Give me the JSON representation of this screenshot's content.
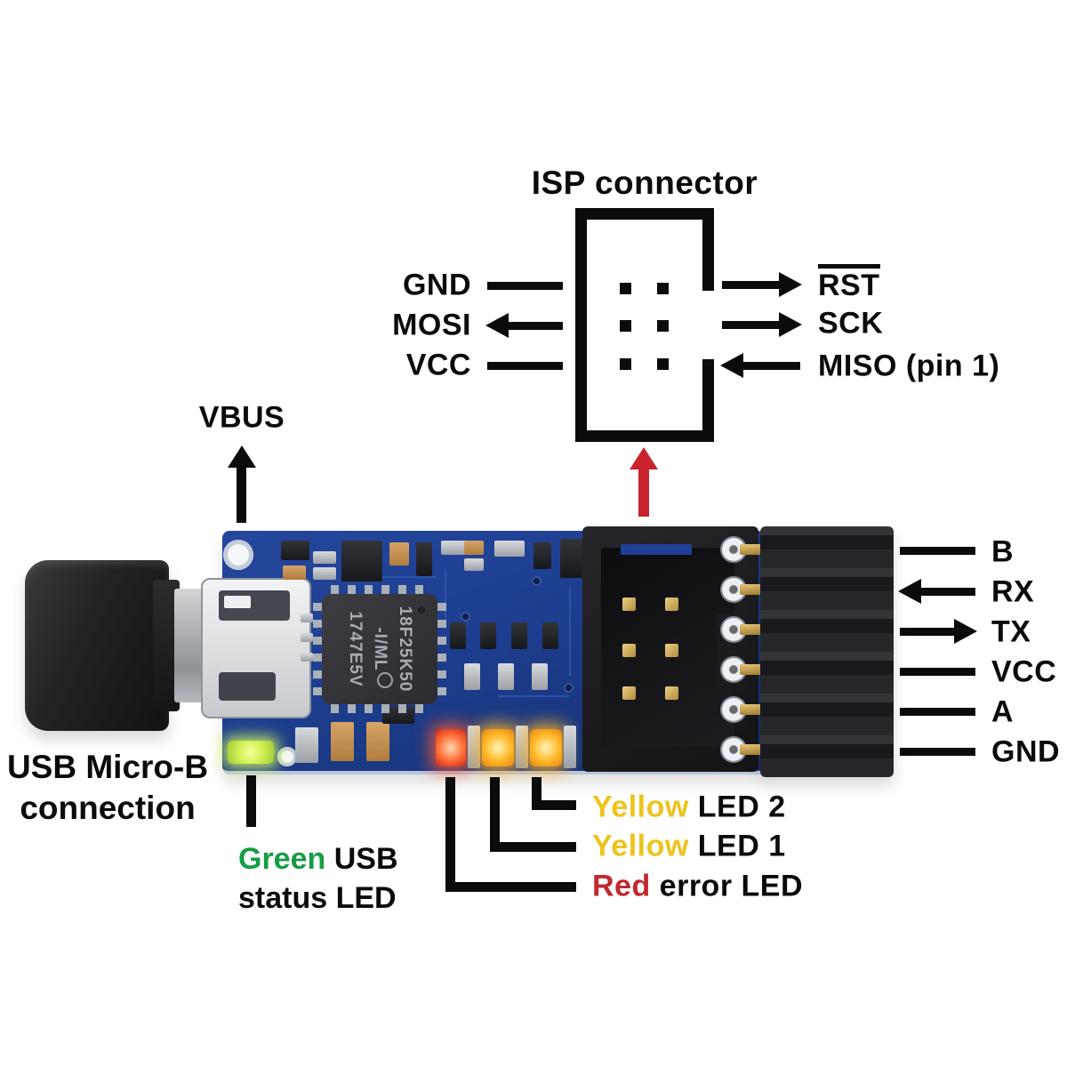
{
  "isp_diagram": {
    "title": "ISP connector",
    "left_pins": [
      {
        "label": "GND",
        "arrow": "plain"
      },
      {
        "label": "MOSI",
        "arrow": "left"
      },
      {
        "label": "VCC",
        "arrow": "plain"
      }
    ],
    "right_pins": [
      {
        "label": "RST",
        "overline": true,
        "arrow": "right"
      },
      {
        "label": "SCK",
        "overline": false,
        "arrow": "right"
      },
      {
        "label": "MISO (pin 1)",
        "overline": false,
        "arrow": "left"
      }
    ]
  },
  "callouts": {
    "vbus": "VBUS",
    "usb_line1": "USB Micro-B",
    "usb_line2": "connection",
    "green_led": {
      "colored": "Green",
      "rest": " USB",
      "line2": "status LED"
    },
    "yellow_led2": {
      "colored": "Yellow",
      "rest": " LED 2"
    },
    "yellow_led1": {
      "colored": "Yellow",
      "rest": " LED 1"
    },
    "red_led": {
      "colored": "Red",
      "rest": " error LED"
    }
  },
  "header_pins": [
    {
      "label": "B",
      "arrow": "plain"
    },
    {
      "label": "RX",
      "arrow": "left"
    },
    {
      "label": "TX",
      "arrow": "right"
    },
    {
      "label": "VCC",
      "arrow": "plain"
    },
    {
      "label": "A",
      "arrow": "plain"
    },
    {
      "label": "GND",
      "arrow": "plain"
    }
  ],
  "chip": {
    "line1": "18F25K50",
    "line2": "-I/ML",
    "line3": "1747E5V"
  },
  "colors": {
    "ink": "#0b0b0b",
    "arrow_red": "#c9232e",
    "green_text": "#169c46",
    "yellow_text": "#eec31d",
    "red_text": "#bf292e",
    "pcb_blue": "#1d3e8f"
  }
}
